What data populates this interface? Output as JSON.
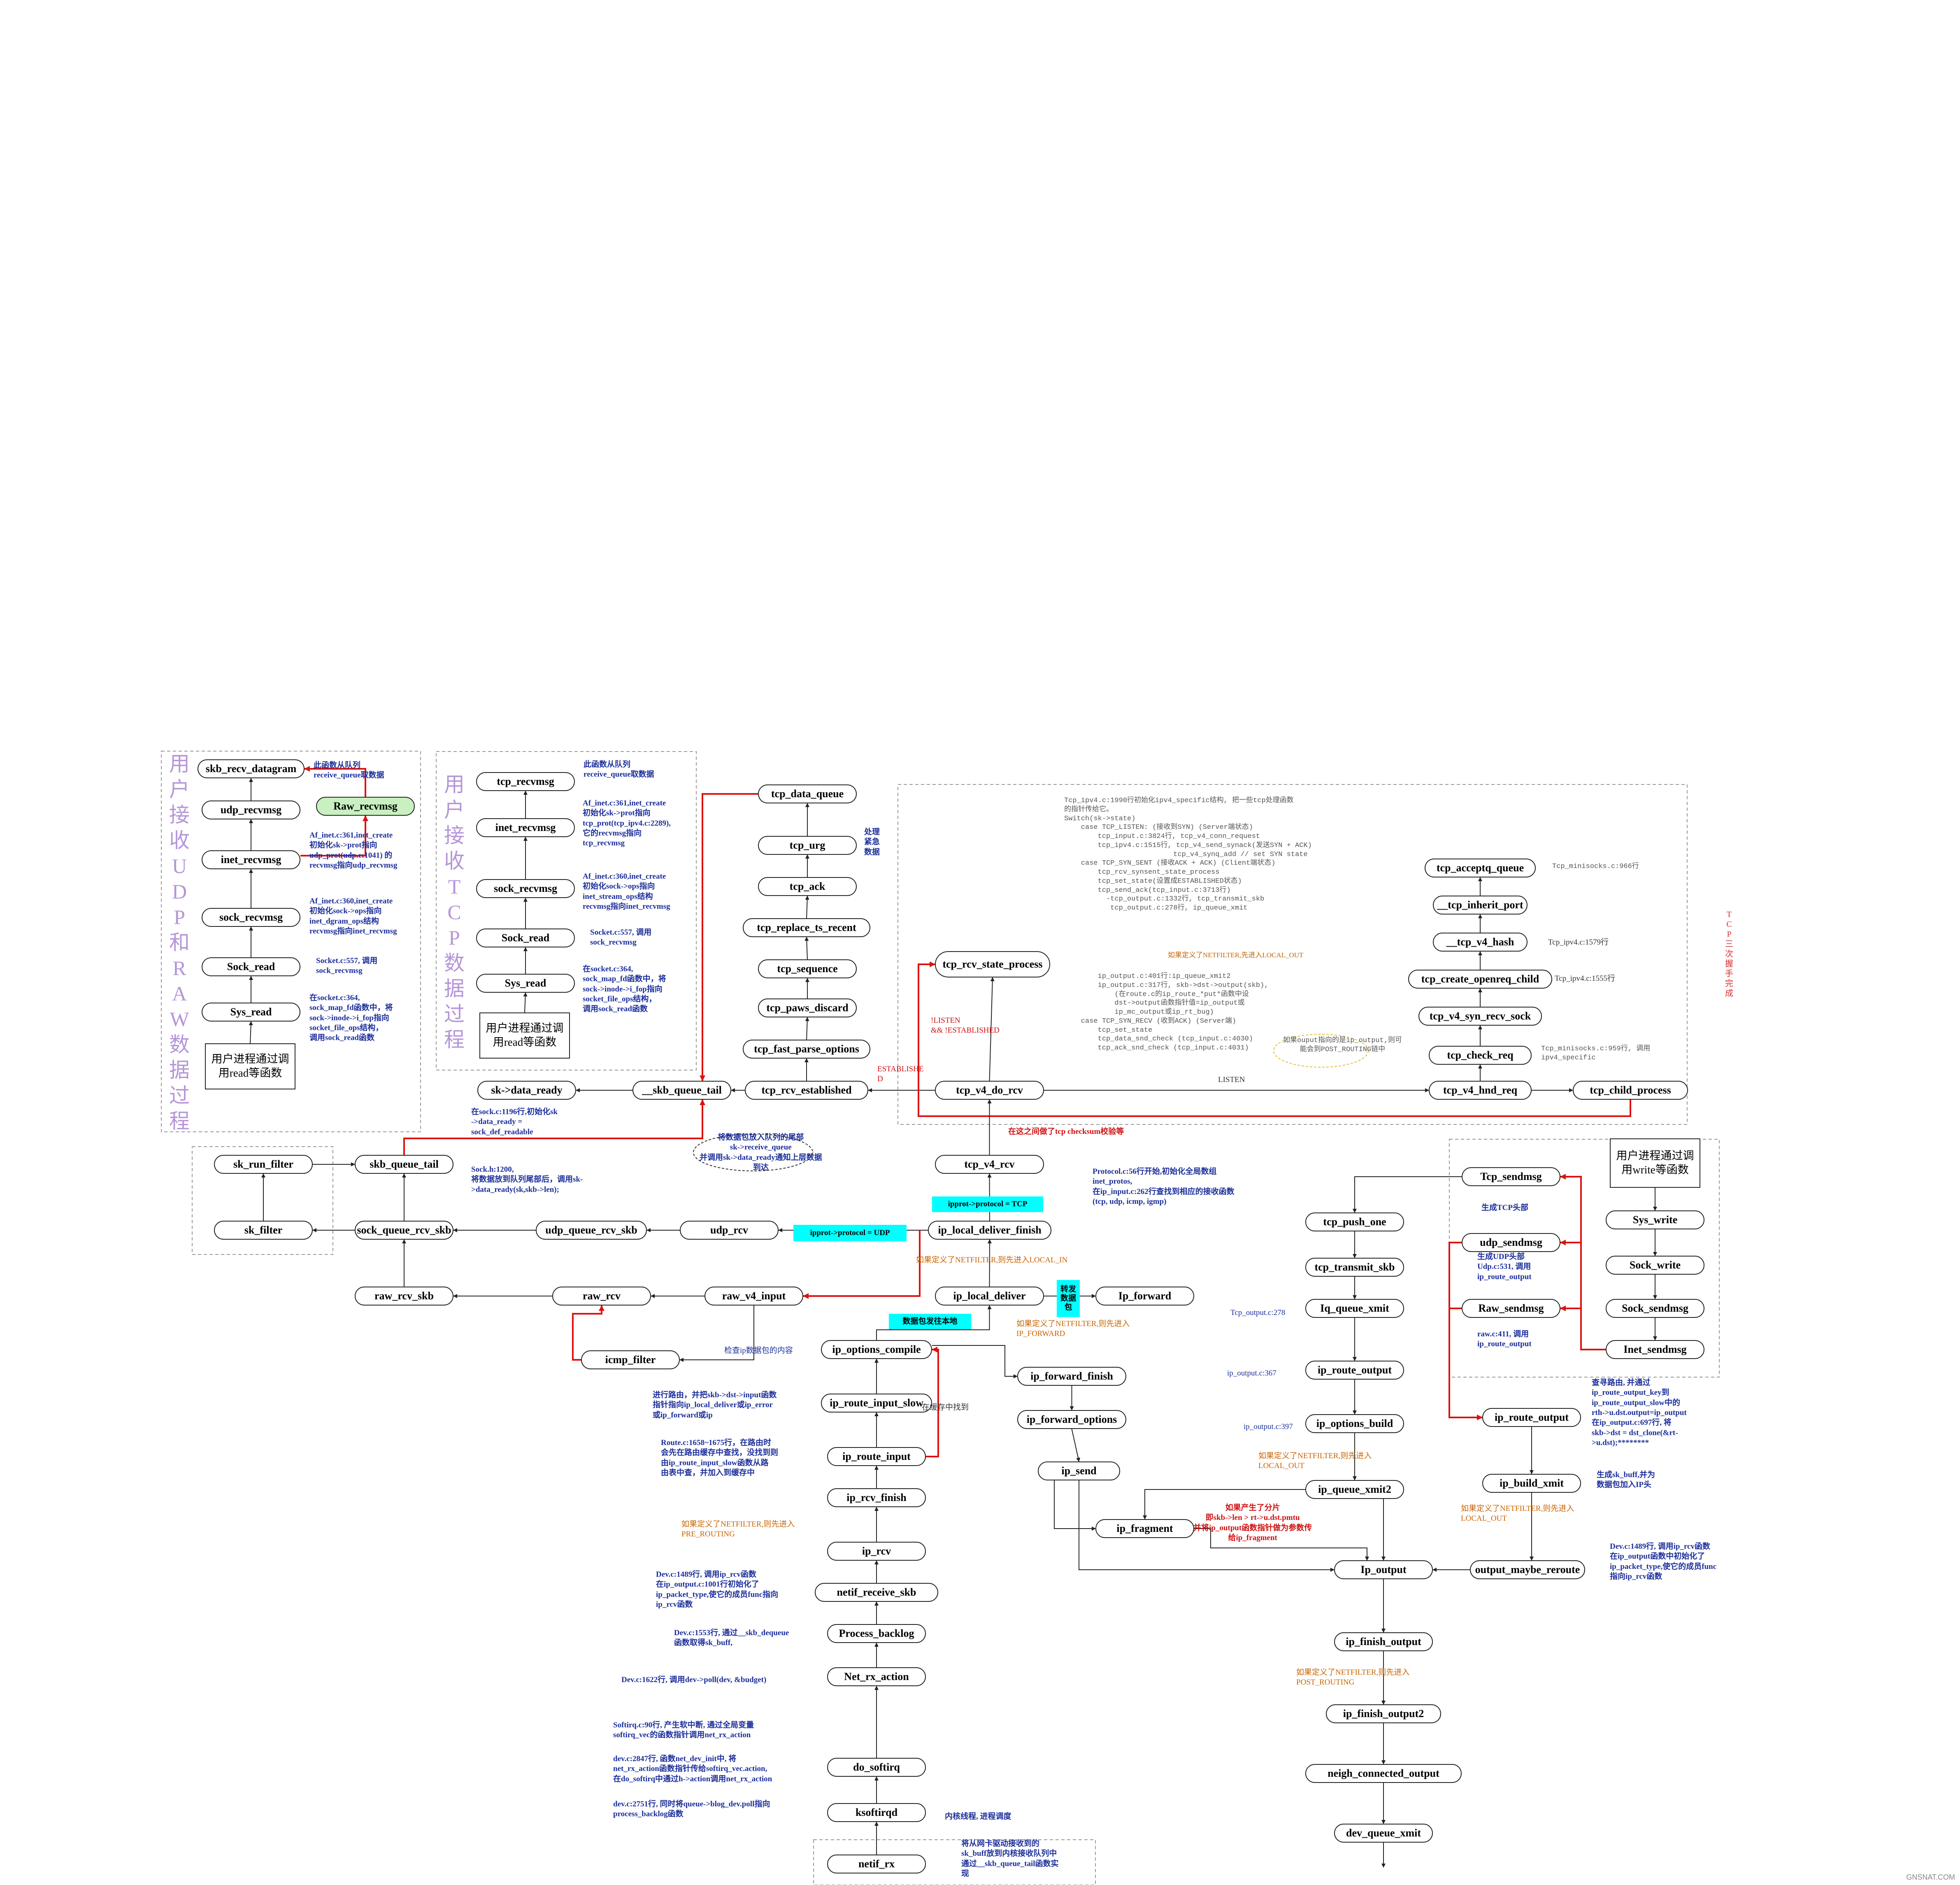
{
  "colors": {
    "edge": "#222222",
    "red_edge": "#dd1111",
    "group_border": "#999999",
    "cyan": "#00ffff"
  },
  "titles": {
    "udp_raw": "用户接收UDP和RAW数据过程",
    "tcp": "用户接收TCP数据过程",
    "handshake": "TCP三次握手完成"
  },
  "nodes": {
    "skb_recv_datagram": "skb_recv_datagram",
    "raw_recvmsg": "Raw_recvmsg",
    "udp_recvmsg": "udp_recvmsg",
    "inet_recvmsg_u": "inet_recvmsg",
    "sock_recvmsg_u": "sock_recvmsg",
    "sock_read_u": "Sock_read",
    "sys_read_u": "Sys_read",
    "user_read_u": "用户进程通过调用read等函数",
    "tcp_recvmsg": "tcp_recvmsg",
    "inet_recvmsg_t": "inet_recvmsg",
    "sock_recvmsg_t": "sock_recvmsg",
    "sock_read_t": "Sock_read",
    "sys_read_t": "Sys_read",
    "user_read_t": "用户进程通过调用read等函数",
    "tcp_data_queue": "tcp_data_queue",
    "tcp_urg": "tcp_urg",
    "tcp_ack": "tcp_ack",
    "tcp_replace_ts_recent": "tcp_replace_ts_recent",
    "tcp_sequence": "tcp_sequence",
    "tcp_paws_discard": "tcp_paws_discard",
    "tcp_fast_parse_options": "tcp_fast_parse_options",
    "tcp_rcv_established": "tcp_rcv_established",
    "skb_queue_tail_t": "__skb_queue_tail",
    "sk_data_ready": "sk->data_ready",
    "tcp_rcv_state_process": "tcp_rcv_state_process",
    "tcp_v4_do_rcv": "tcp_v4_do_rcv",
    "tcp_acceptq_queue": "tcp_acceptq_queue",
    "tcp_inherit_port": "__tcp_inherit_port",
    "tcp_v4_hash": "__tcp_v4_hash",
    "tcp_create_openreq_child": "tcp_create_openreq_child",
    "tcp_v4_syn_recv_sock": "tcp_v4_syn_recv_sock",
    "tcp_check_req": "tcp_check_req",
    "tcp_v4_hnd_req": "tcp_v4_hnd_req",
    "tcp_child_process": "tcp_child_process",
    "sk_run_filter": "sk_run_filter",
    "sk_filter": "sk_filter",
    "skb_queue_tail_u": "skb_queue_tail",
    "sock_queue_rcv_skb": "sock_queue_rcv_skb",
    "udp_queue_rcv_skb": "udp_queue_rcv_skb",
    "udp_rcv": "udp_rcv",
    "tcp_v4_rcv": "tcp_v4_rcv",
    "ip_local_deliver_finish": "ip_local_deliver_finish",
    "raw_rcv_skb": "raw_rcv_skb",
    "raw_rcv": "raw_rcv",
    "raw_v4_input": "raw_v4_input",
    "icmp_filter": "icmp_filter",
    "ip_local_deliver": "ip_local_deliver",
    "ip_forward": "Ip_forward",
    "ip_options_compile": "ip_options_compile",
    "ip_route_input_slow": "ip_route_input_slow",
    "ip_route_input": "ip_route_input",
    "ip_rcv_finish": "ip_rcv_finish",
    "ip_rcv": "ip_rcv",
    "netif_receive_skb": "netif_receive_skb",
    "process_backlog": "Process_backlog",
    "net_rx_action": "Net_rx_action",
    "do_softirq": "do_softirq",
    "ksoftirqd": "ksoftirqd",
    "netif_rx": "netif_rx",
    "ip_forward_finish": "ip_forward_finish",
    "ip_forward_options": "ip_forward_options",
    "ip_send": "ip_send",
    "ip_fragment": "ip_fragment",
    "tcp_push_one": "tcp_push_one",
    "tcp_transmit_skb": "tcp_transmit_skb",
    "iq_queue_xmit": "Iq_queue_xmit",
    "ip_route_output_t": "ip_route_output",
    "ip_options_build": "ip_options_build",
    "ip_queue_xmit2": "ip_queue_xmit2",
    "ip_output": "Ip_output",
    "ip_finish_output": "ip_finish_output",
    "ip_finish_output2": "ip_finish_output2",
    "neigh_connected_output": "neigh_connected_output",
    "dev_queue_xmit": "dev_queue_xmit",
    "output_maybe_reroute": "output_maybe_reroute",
    "ip_build_xmit": "ip_build_xmit",
    "ip_route_output_r": "ip_route_output",
    "tcp_sendmsg": "Tcp_sendmsg",
    "udp_sendmsg": "udp_sendmsg",
    "raw_sendmsg": "Raw_sendmsg",
    "user_write": "用户进程通过调用write等函数",
    "sys_write": "Sys_write",
    "sock_write": "Sock_write",
    "sock_sendmsg": "Sock_sendmsg",
    "inet_sendmsg": "Inet_sendmsg"
  },
  "cyan_labels": {
    "ipprot_tcp": "ipprot->protocol = TCP",
    "ipprot_udp": "ipprot->protocol = UDP",
    "local_deliver": "数据包发往本地",
    "forward": "转发数据包"
  },
  "notes": {
    "n_skb_recv": "此函数从队列\nreceive_queue取数据",
    "n_udp_af": "Af_inet.c:361,inet_create\n初始化sk->prot指向\nudp_prot(udp.c:1041) 的\nrecvmsg指向udp_recvmsg",
    "n_udp_af2": "Af_inet.c:360,inet_create\n初始化sock->ops指向\ninet_dgram_ops结构\nrecvmsg指向inet_recvmsg",
    "n_udp_socket": "Socket.c:557, 调用\nsock_recvmsg",
    "n_udp_socket364": "在socket.c:364,\nsock_map_fd函数中，将\nsock->inode->i_fop指向\nsocket_file_ops结构，\n调用sock_read函数",
    "n_tcp_recv": "此函数从队列\nreceive_queue取数据",
    "n_tcp_af": "Af_inet.c:361,inet_create\n初始化sk->prot指向\ntcp_prot(tcp_ipv4.c:2289),\n它的recvmsg指向\ntcp_recvmsg",
    "n_tcp_af2": "Af_inet.c:360,inet_create\n初始化sock->ops指向\ninet_stream_ops结构\nrecvmsg指向inet_recvmsg",
    "n_tcp_socket": "Socket.c:557, 调用\nsock_recvmsg",
    "n_tcp_socket364": "在socket.c:364,\nsock_map_fd函数中，将\nsock->inode->i_fop指向\nsocket_file_ops结构，\n调用sock_read函数",
    "n_urg": "处理\n紧急\n数据",
    "n_sock1196": "在sock.c:1196行,初始化sk\n->data_ready =\nsock_def_readable",
    "n_sockh1200": "Sock.h:1200,\n将数据放到队列尾部后，调用sk-\n>data_ready(sk,skb->len);",
    "n_cloud": "将数据包放入队列的尾部\nsk->receive_queue\n并调用sk->data_ready通知上层数据\n到达",
    "n_established": "ESTABLISHE\nD",
    "n_listen_not": "!LISTEN\n&& !ESTABLISHED",
    "n_listen": "LISTEN",
    "n_checksum": "在这之间做了tcp checksum校验等",
    "n_tcp_code": "Tcp_ipv4.c:1990行初始化ipv4_specific结构, 把一些tcp处理函数\n的指针传给它。\nSwitch(sk->state)\n    case TCP_LISTEN: (接收到SYN) (Server端状态)\n        tcp_input.c:3824行, tcp_v4_conn_request\n        tcp_ipv4.c:1515行, tcp_v4_send_synack(发送SYN + ACK)\n                          tcp_v4_synq_add // set SYN state\n    case TCP_SYN_SENT (接收ACK + ACK) (Client端状态)\n        tcp_rcv_synsent_state_process\n        tcp_set_state(设置成ESTABLISHED状态)\n        tcp_send_ack(tcp_input.c:3713行)\n          -tcp_output.c:1332行, tcp_transmit_skb\n           tcp_output.c:278行, ip_queue_xmit",
    "n_tcp_code_nf": "如果定义了NETFILTER,先进入LOCAL_OUT",
    "n_tcp_code2": "        ip_output.c:401行:ip_queue_xmit2\n        ip_output.c:317行, skb->dst->output(skb),\n            (在route.c的ip_route_*put*函数中设\n            dst->output函数指针值=ip_output或\n            ip_mc_output或ip_rt_bug)\n    case TCP_SYN_RECV (收到ACK) (Server端)\n        tcp_set_state\n        tcp_data_snd_check (tcp_input.c:4030)\n        tcp_ack_snd_check (tcp_input.c:4031)",
    "n_postrouting_cloud": "如果ouput指向的是ip_output,则可\n能会到POST_ROUTING链中",
    "n_minisocks966": "Tcp_minisocks.c:966行",
    "n_ipv4_1579": "Tcp_ipv4.c:1579行",
    "n_ipv4_1555": "Tcp_ipv4.c:1555行",
    "n_minisocks959": "Tcp_minisocks.c:959行, 调用\nipv4_specific",
    "n_protocol56": "Protocol.c:56行开始,初始化全局数组\ninet_protos,\n在ip_input.c:262行查找到相应的接收函数\n(tcp, udp, icmp, igmp)",
    "n_nf_local_in": "如果定义了NETFILTER,则先进入LOCAL_IN",
    "n_nf_forward": "如果定义了NETFILTER,则先进入\nIP_FORWARD",
    "n_check_ip": "检查ip数据包的内容",
    "n_route": "进行路由，并把skb->dst->input函数\n指针指向ip_local_deliver或ip_error\n或ip_forward或ip",
    "n_cache": "在缓存中找到",
    "n_route1658": "Route.c:1658~1675行，在路由时\n会先在路由缓存中查找，没找到则\n由ip_route_input_slow函数从路\n由表中查，并加入到缓存中",
    "n_nf_prerouting": "如果定义了NETFILTER,则先进入\nPRE_ROUTING",
    "n_dev1489": "Dev.c:1489行, 调用ip_rcv函数\n在ip_output.c:1001行初始化了\nip_packet_type,使它的成员func指向\nip_rcv函数",
    "n_dev1553": "Dev.c:1553行, 通过__skb_dequeue\n函数取得sk_buff,",
    "n_dev1622": "Dev.c:1622行, 调用dev->poll(dev, &budget)",
    "n_softirq": "Softirq.c:90行, 产生软中断, 通过全局变量\nsoftirq_vec的函数指针调用net_rx_action",
    "n_dev2847": "dev.c:2847行, 函数net_dev_init中, 将\nnet_rx_action函数指针传给softirq_vec.action,\n在do_softirq中通过h->action调用net_rx_action",
    "n_dev2751": "dev.c:2751行, 同时将queue->blog_dev.poll指向\nprocess_backlog函数",
    "n_ksoftirqd": "内核线程, 进程调度",
    "n_netif_rx": "将从网卡驱动接收到的\nsk_buff放到内核接收队列中\n通过__skb_queue_tail函数实\n现",
    "n_frag": "如果产生了分片\n即skb->len > rt->u.dst.pmtu\n并将ip_output函数指针做为参数传\n给ip_fragment",
    "n_tcp_output278": "Tcp_output.c:278",
    "n_ip_output367": "ip_output.c:367",
    "n_ip_output397": "ip_output.c:397",
    "n_nf_local_out": "如果定义了NETFILTER,则先进入\nLOCAL_OUT",
    "n_nf_post": "如果定义了NETFILTER,则先进入\nPOST_ROUTING",
    "n_nf_local_out2": "如果定义了NETFILTER,则先进入\nLOCAL_OUT",
    "n_gen_tcp": "生成TCP头部",
    "n_gen_udp": "生成UDP头部\nUdp.c:531, 调用\nip_route_output",
    "n_raw411": "raw.c:411, 调用\nip_route_output",
    "n_route_out": "查寻路由, 并通过\nip_route_output_key到\nip_route_output_slow中的\nrth->u.dst.output=ip_output\n在ip_output.c:697行, 将\nskb->dst = dst_clone(&rt-\n>u.dst);********",
    "n_build_xmit": "生成sk_buff,并为\n数据包加入IP头",
    "n_dev1489b": "Dev.c:1489行, 调用ip_rcv函数\n在ip_output函数中初始化了\nip_packet_type,使它的成员func\n指向ip_rcv函数"
  },
  "watermark": "GNSNAT.COM"
}
